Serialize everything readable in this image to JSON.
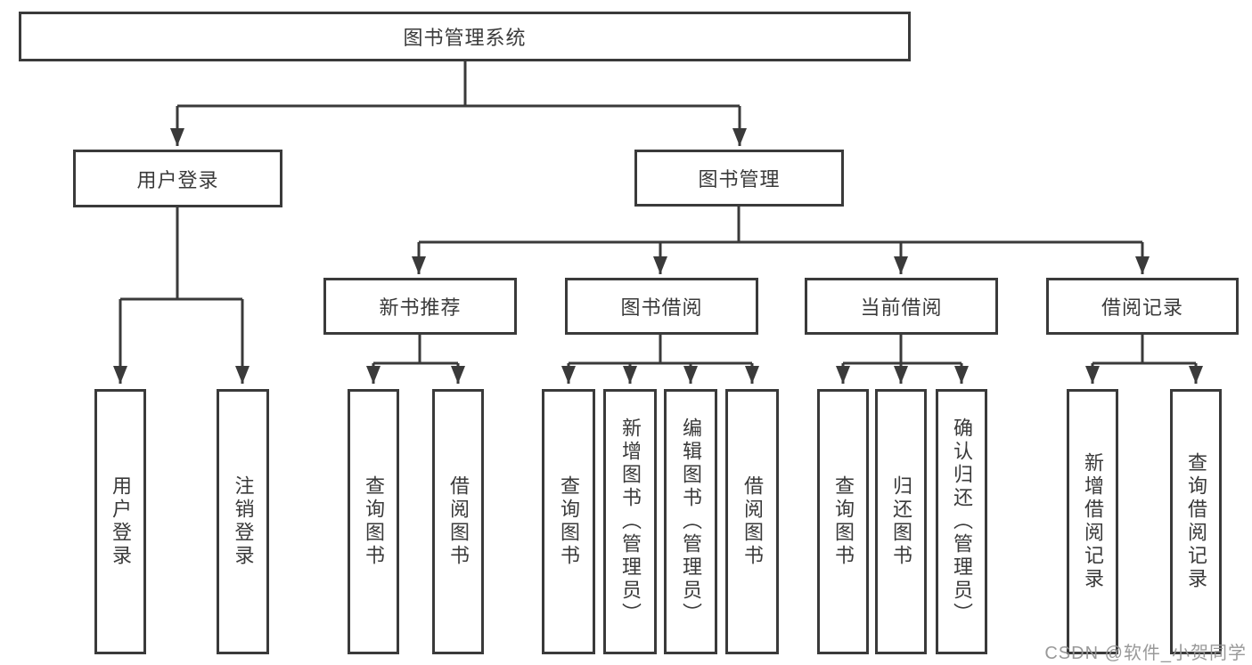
{
  "tree": {
    "root": {
      "label": "图书管理系统"
    },
    "branches": [
      {
        "label": "用户登录",
        "children": [
          {
            "label": "用户登录"
          },
          {
            "label": "注销登录"
          }
        ]
      },
      {
        "label": "图书管理",
        "children": [
          {
            "label": "新书推荐",
            "children": [
              {
                "label": "查询图书"
              },
              {
                "label": "借阅图书"
              }
            ]
          },
          {
            "label": "图书借阅",
            "children": [
              {
                "label": "查询图书"
              },
              {
                "label": "新增图书（管理员）"
              },
              {
                "label": "编辑图书（管理员）"
              },
              {
                "label": "借阅图书"
              }
            ]
          },
          {
            "label": "当前借阅",
            "children": [
              {
                "label": "查询图书"
              },
              {
                "label": "归还图书"
              },
              {
                "label": "确认归还（管理员）"
              }
            ]
          },
          {
            "label": "借阅记录",
            "children": [
              {
                "label": "新增借阅记录"
              },
              {
                "label": "查询借阅记录"
              }
            ]
          }
        ]
      }
    ]
  },
  "watermark": {
    "text": "CSDN @软件_小贺同学"
  },
  "colors": {
    "line": "#3a3a3a",
    "text": "#3a3a3a",
    "box_background": "#ffffff",
    "watermark": "#949494",
    "background": "#ffffff"
  }
}
